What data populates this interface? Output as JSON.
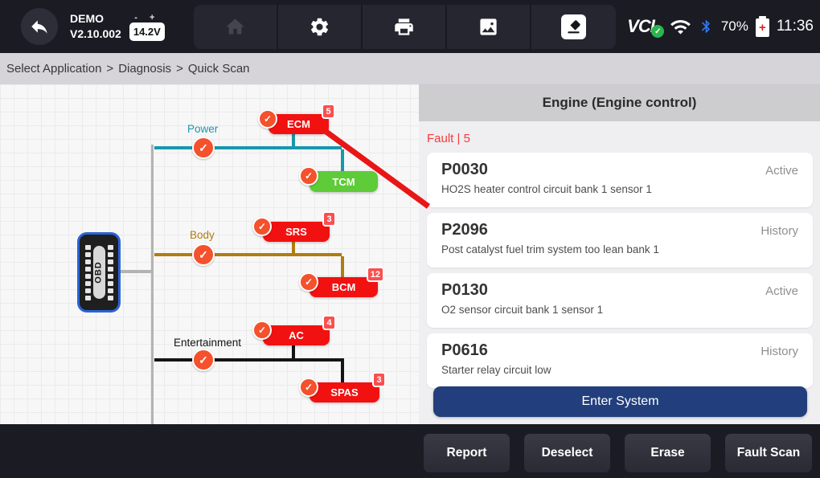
{
  "topbar": {
    "device_name": "DEMO",
    "version": "V2.10.002",
    "voltage": "14.2V",
    "voltage_terminals": "- +",
    "vci_label": "VCI",
    "battery_pct": "70%",
    "time": "11:36"
  },
  "breadcrumb": {
    "items": [
      "Select Application",
      "Diagnosis",
      "Quick Scan"
    ],
    "separator": ">"
  },
  "diagram": {
    "obd_label": "OBD",
    "buses": [
      {
        "label": "Power",
        "color": "#1898ab"
      },
      {
        "label": "Body",
        "color": "#b07d10"
      },
      {
        "label": "Entertainment",
        "color": "#141414"
      }
    ],
    "nodes": [
      {
        "label": "ECM",
        "status": "fault",
        "count": "5"
      },
      {
        "label": "TCM",
        "status": "ok",
        "count": ""
      },
      {
        "label": "SRS",
        "status": "fault",
        "count": "3"
      },
      {
        "label": "BCM",
        "status": "fault",
        "count": "12"
      },
      {
        "label": "AC",
        "status": "fault",
        "count": "4"
      },
      {
        "label": "SPAS",
        "status": "fault",
        "count": "3"
      }
    ]
  },
  "panel": {
    "title": "Engine (Engine control)",
    "fault_label": "Fault | 5",
    "faults": [
      {
        "code": "P0030",
        "status": "Active",
        "desc": "HO2S heater control circuit bank 1  sensor 1"
      },
      {
        "code": "P2096",
        "status": "History",
        "desc": "Post catalyst fuel trim system too lean bank 1"
      },
      {
        "code": "P0130",
        "status": "Active",
        "desc": "O2 sensor circuit bank 1 sensor 1"
      },
      {
        "code": "P0616",
        "status": "History",
        "desc": "Starter relay circuit low"
      }
    ],
    "enter_button": "Enter System"
  },
  "bottombar": {
    "buttons": [
      "Report",
      "Deselect",
      "Erase",
      "Fault Scan"
    ]
  },
  "icons": {
    "check": "✓",
    "battery_plus": "+"
  },
  "colors": {
    "topbar_bg": "#1b1b24",
    "fault_red": "#f21111",
    "ok_green": "#5ecb38",
    "check_orange": "#f4512c",
    "power_bus": "#1898ab",
    "body_bus": "#b07d10",
    "entertainment_bus": "#141414",
    "enter_button_blue": "#223e7c",
    "vci_green": "#2ab54d",
    "bluetooth_blue": "#2e7bf6"
  }
}
